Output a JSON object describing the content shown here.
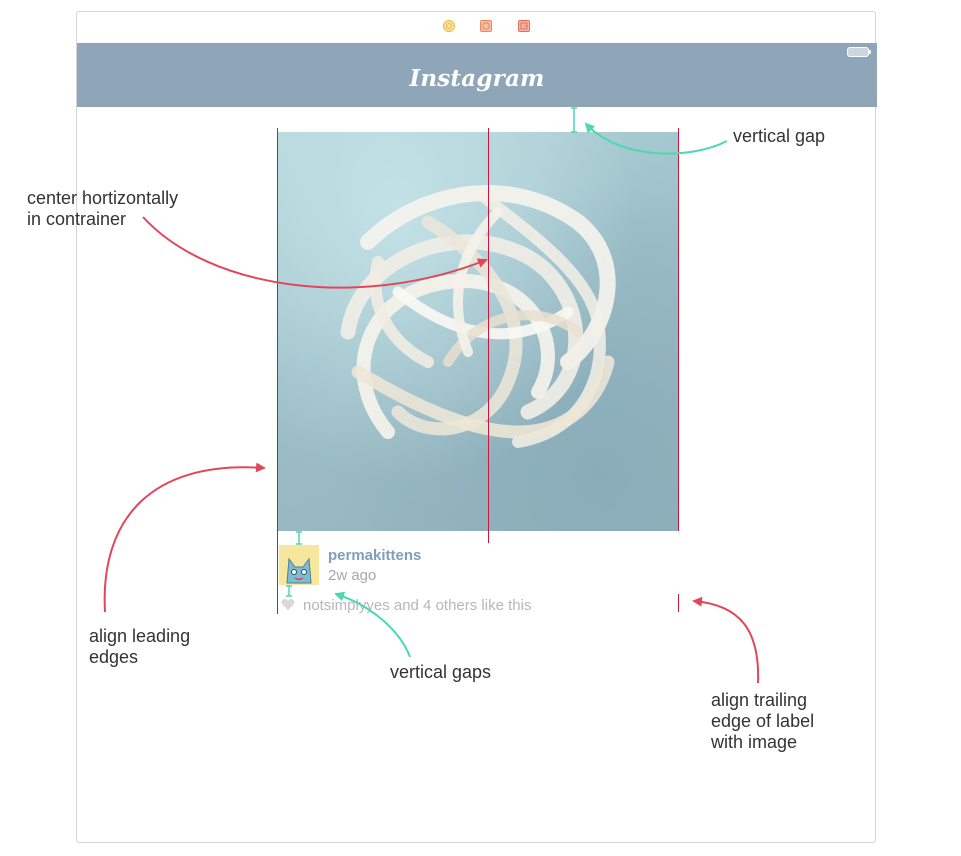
{
  "nav": {
    "title": "Instagram"
  },
  "post": {
    "username": "permakittens",
    "timestamp": "2w ago",
    "likes_text": "notsimplyyes and 4 others like this"
  },
  "annotations": {
    "vertical_gap": "vertical gap",
    "center_horizontally": "center hortizontally\nin contrainer",
    "align_leading": "align leading\nedges",
    "vertical_gaps": "vertical gaps",
    "align_trailing": "align trailing\nedge of label\nwith image"
  },
  "icons": {
    "dock": [
      "view-controller-icon",
      "first-responder-icon",
      "exit-icon"
    ],
    "status": "battery-icon",
    "likes": "heart-icon"
  },
  "colors": {
    "nav_bar": "#8fa5b8",
    "guide_line": "#c8193c",
    "red_arrow": "#e0485a",
    "teal_arrow": "#4dd8b0",
    "username": "#7f9fbc",
    "secondary_text": "#a8a8a8"
  }
}
